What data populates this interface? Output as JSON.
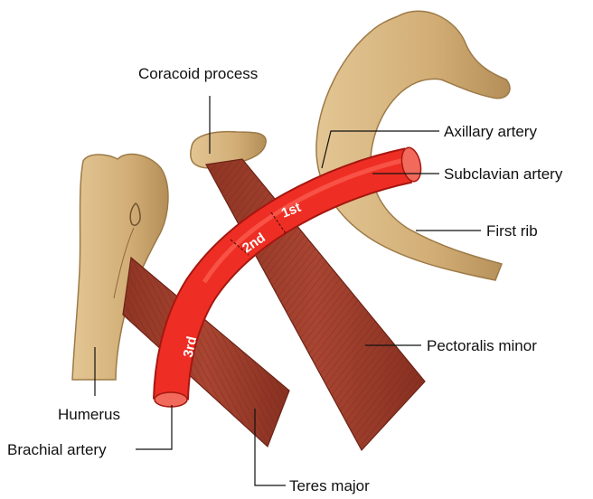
{
  "labels": {
    "coracoid": "Coracoid process",
    "axillary": "Axillary artery",
    "subclavian": "Subclavian artery",
    "first_rib": "First rib",
    "pectoralis": "Pectoralis minor",
    "humerus": "Humerus",
    "brachial": "Brachial artery",
    "teres": "Teres major"
  },
  "segments": {
    "first": "1st",
    "second": "2nd",
    "third": "3rd"
  },
  "colors": {
    "bone": "#d2b07a",
    "bone_shade": "#b08c55",
    "muscle": "#a3432f",
    "muscle_dark": "#7a2a1c",
    "artery": "#ee2e24",
    "artery_end": "#f26a5c"
  }
}
